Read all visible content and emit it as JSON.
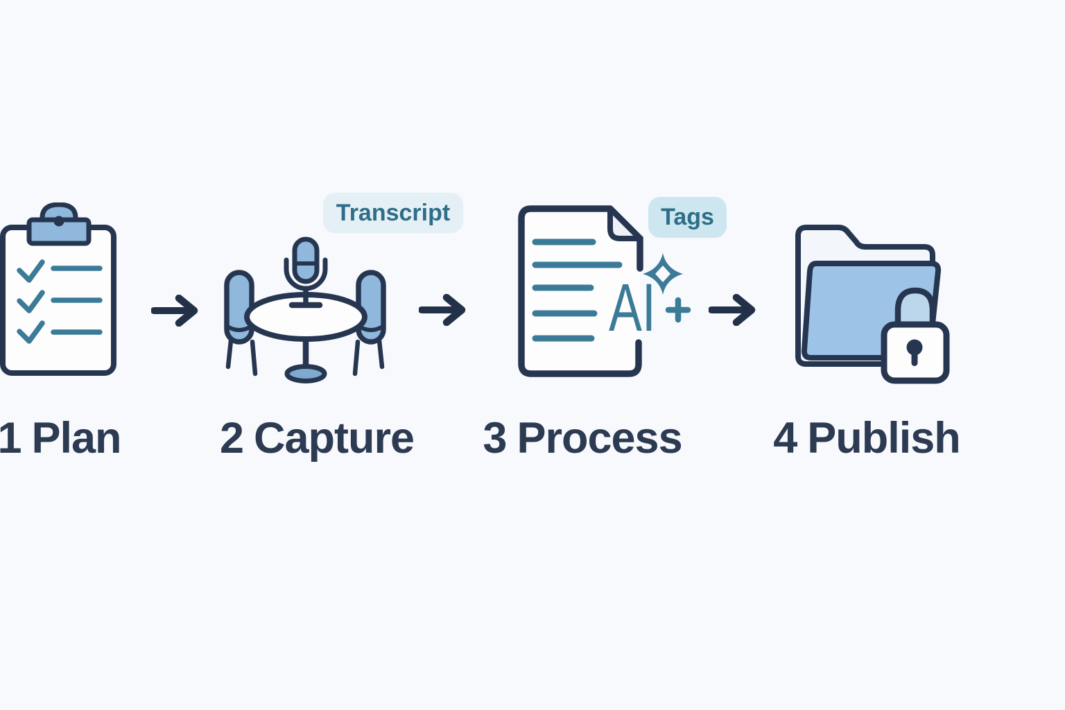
{
  "page": {
    "background": "#f7f9fc",
    "description": "Four step podcast workflow diagram"
  },
  "colors": {
    "outline_navy": "#273650",
    "teal_accent": "#3b7b97",
    "light_blue_fill": "#8fb8dc",
    "folder_blue_fill": "#9dc4e6",
    "shackle_blue_fill": "#bcd7ec",
    "badge_transcript_bg": "#e4f0f5",
    "badge_tags_bg": "#cde6ef",
    "badge_text": "#2e6e88",
    "label_text": "#2c3a52",
    "arrow": "#223148"
  },
  "steps": [
    {
      "number": "1",
      "title": "Plan",
      "icon": "clipboard-checklist-icon"
    },
    {
      "number": "2",
      "title": "Capture",
      "icon": "table-microphone-icon",
      "badge": "Transcript"
    },
    {
      "number": "3",
      "title": "Process",
      "icon": "document-ai-icon",
      "badge": "Tags",
      "overlay_text": "AI"
    },
    {
      "number": "4",
      "title": "Publish",
      "icon": "folder-lock-icon"
    }
  ]
}
